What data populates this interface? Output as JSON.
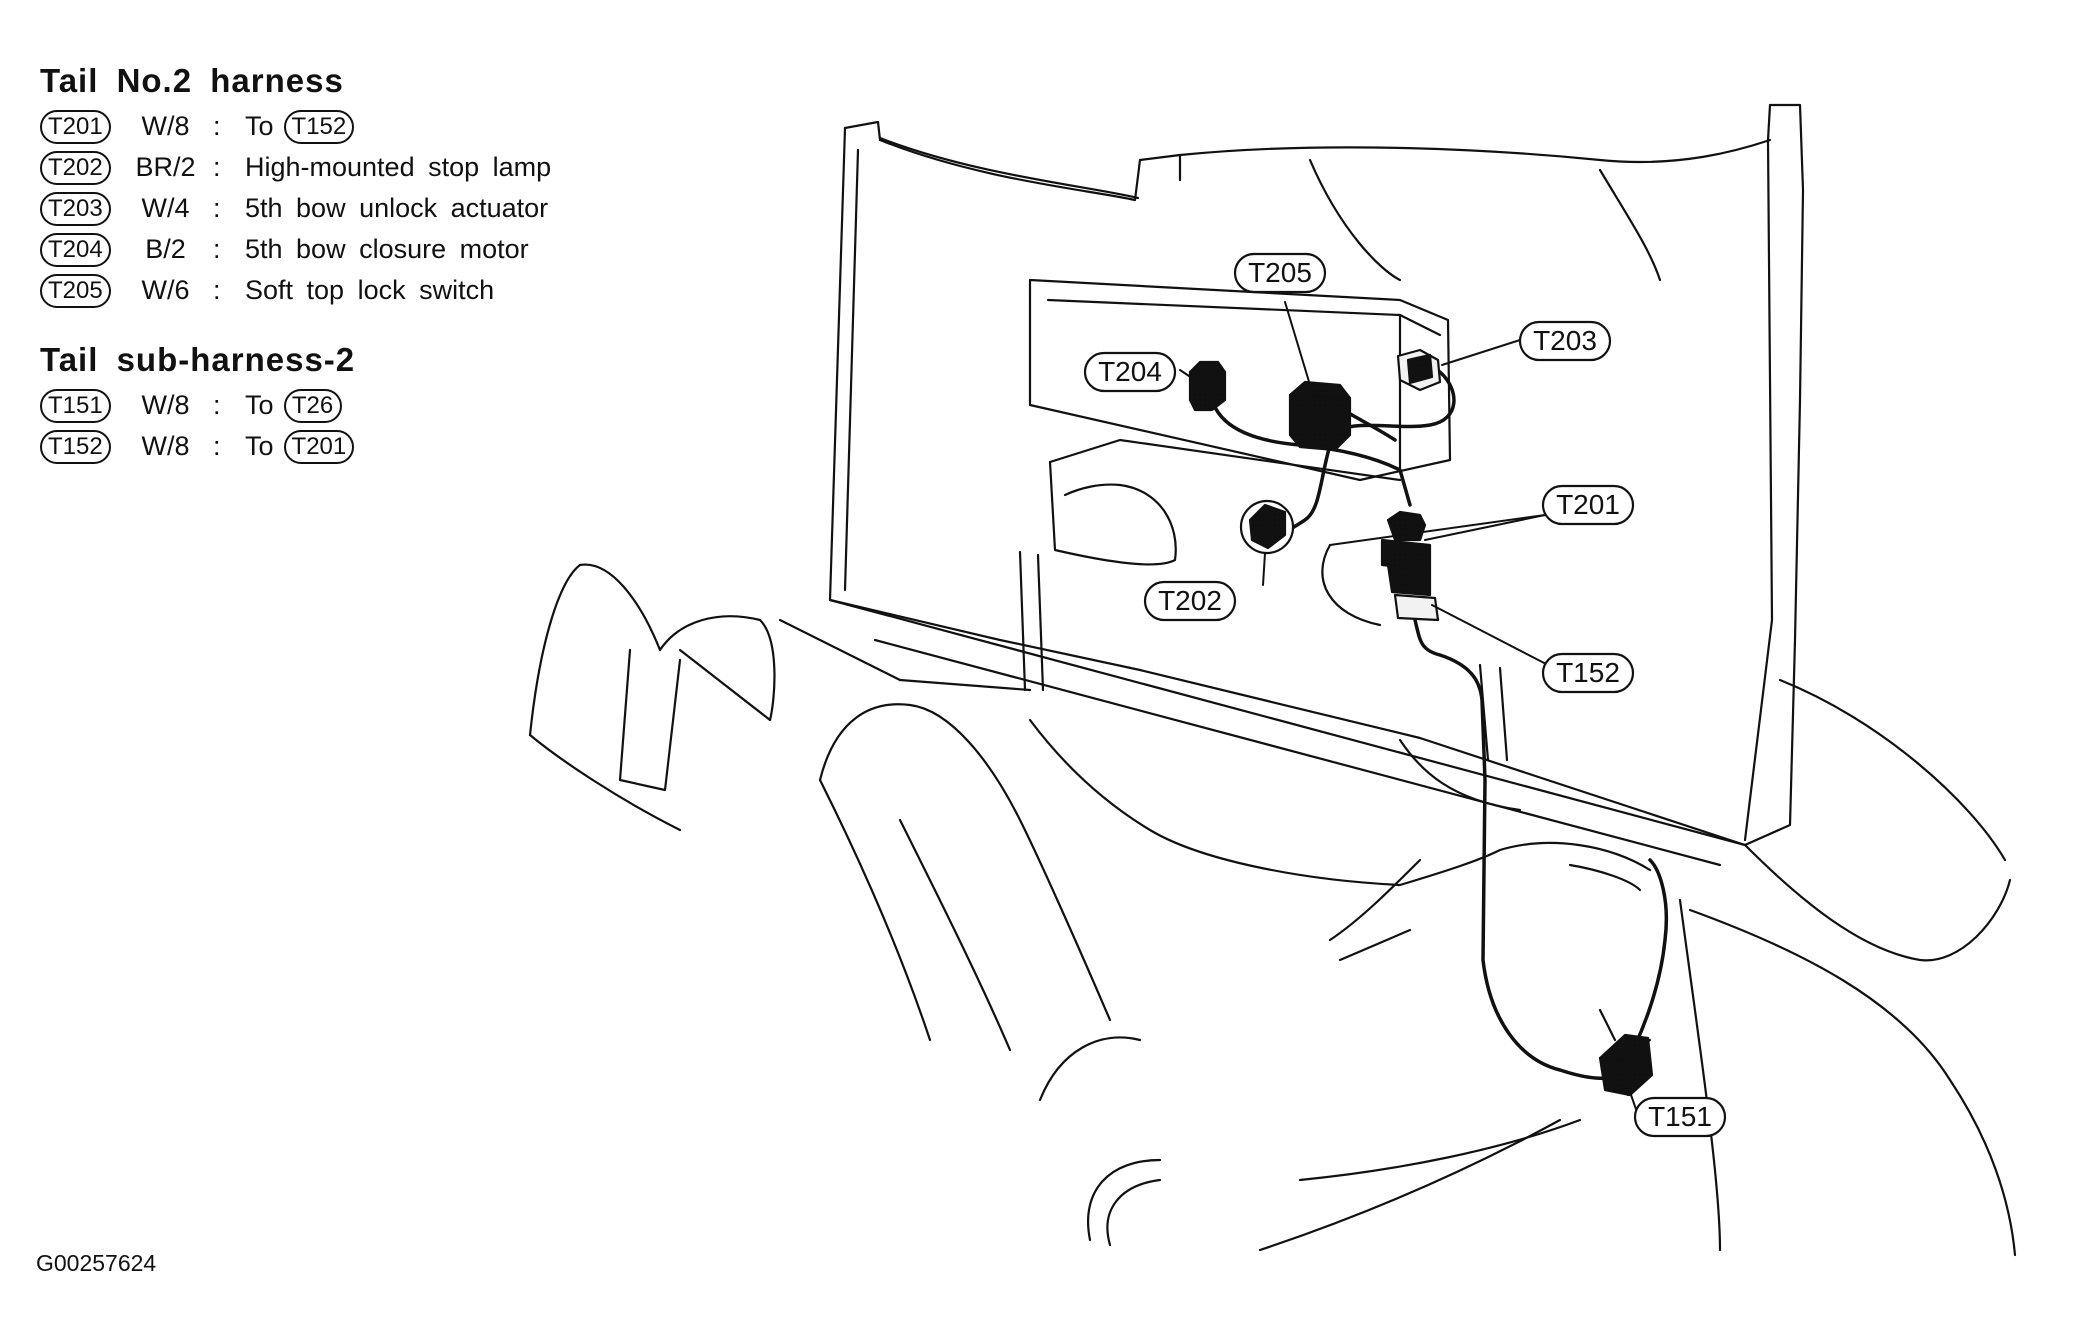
{
  "groups": [
    {
      "title": "Tail No.2 harness",
      "rows": [
        {
          "code": "T201",
          "wire": "W/8",
          "desc": "To",
          "ref": "T152"
        },
        {
          "code": "T202",
          "wire": "BR/2",
          "desc": "High-mounted stop lamp",
          "ref": ""
        },
        {
          "code": "T203",
          "wire": "W/4",
          "desc": "5th bow unlock actuator",
          "ref": ""
        },
        {
          "code": "T204",
          "wire": "B/2",
          "desc": "5th bow closure motor",
          "ref": ""
        },
        {
          "code": "T205",
          "wire": "W/6",
          "desc": "Soft top lock switch",
          "ref": ""
        }
      ]
    },
    {
      "title": "Tail sub-harness-2",
      "rows": [
        {
          "code": "T151",
          "wire": "W/8",
          "desc": "To",
          "ref": "T26"
        },
        {
          "code": "T152",
          "wire": "W/8",
          "desc": "To",
          "ref": "T201"
        }
      ]
    }
  ],
  "callouts": {
    "t205": "T205",
    "t203": "T203",
    "t204": "T204",
    "t201": "T201",
    "t202": "T202",
    "t152": "T152",
    "t151": "T151"
  },
  "figure_id": "G00257624",
  "colors": {
    "ink": "#111111",
    "connector_fill": "#8a8a8a"
  }
}
